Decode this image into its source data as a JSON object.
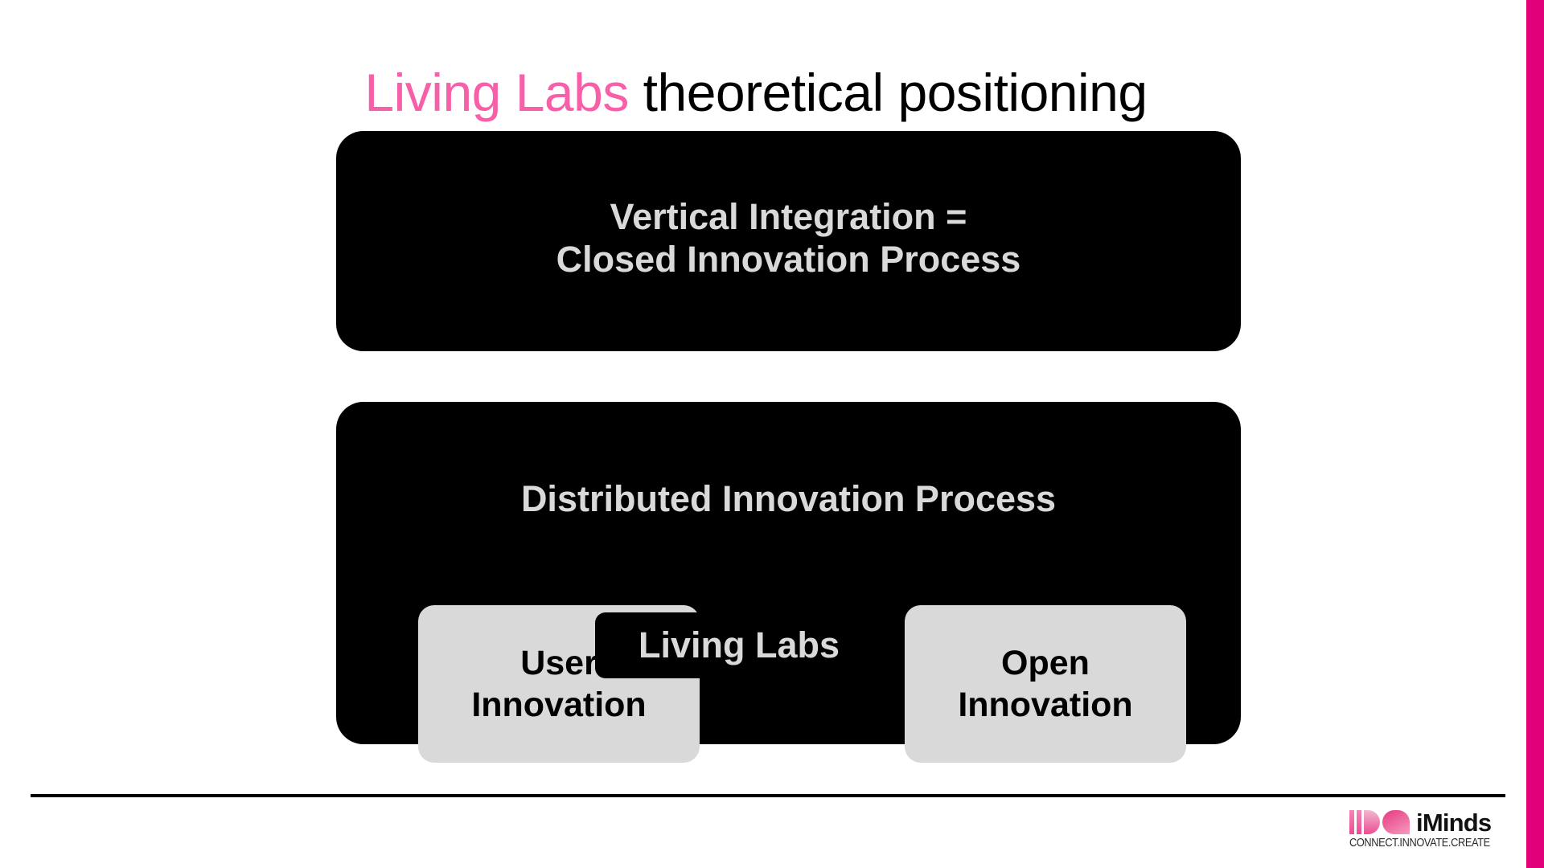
{
  "slide": {
    "title_accent": "Living Labs",
    "title_rest": " theoretical positioning"
  },
  "theme": {
    "accent_pink": "#f75fa8",
    "edge_stripe_magenta": "#e2007a",
    "box_black": "#000000",
    "box_text_gray": "#d9d9d9",
    "card_gray": "#d9d9d9"
  },
  "diagram": {
    "boxes": [
      {
        "id": "closed-innovation",
        "heading": "Vertical Integration =\nClosed Innovation Process"
      },
      {
        "id": "distributed-innovation",
        "heading": "Distributed Innovation Process",
        "cards": [
          {
            "id": "user-innovation",
            "label": "User\nInnovation"
          },
          {
            "id": "living-labs",
            "label": "Living Labs"
          },
          {
            "id": "open-innovation",
            "label": "Open\nInnovation"
          }
        ]
      }
    ]
  },
  "footer": {
    "brand_name": "iMinds",
    "brand_tagline": "CONNECT.INNOVATE.CREATE"
  }
}
